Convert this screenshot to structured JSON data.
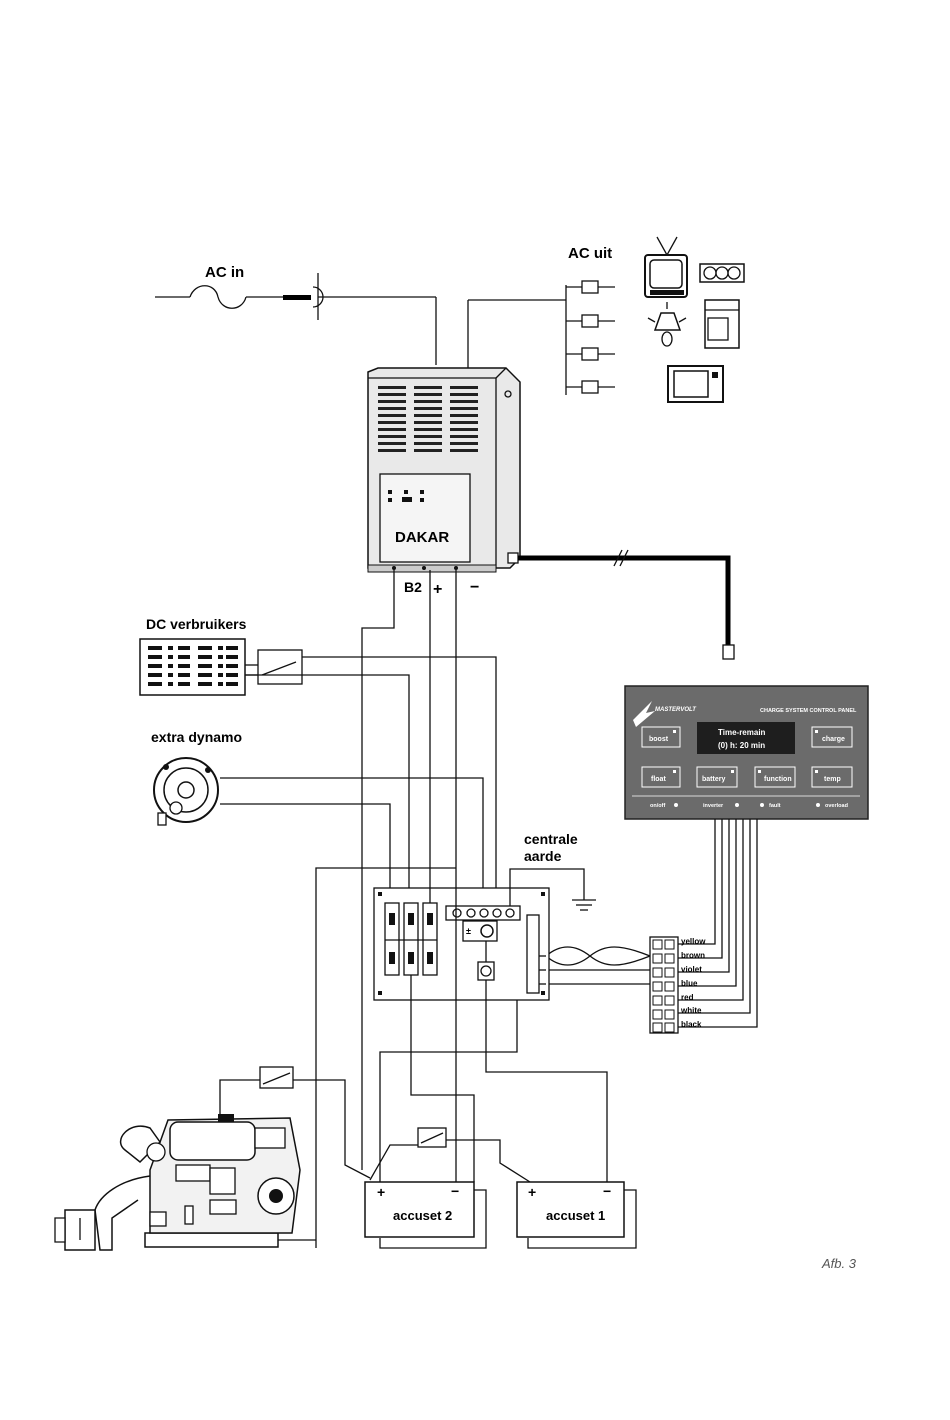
{
  "labels": {
    "ac_in": "AC in",
    "ac_uit": "AC uit",
    "dakar": "DAKAR",
    "b2": "B2",
    "plus": "+",
    "minus": "−",
    "dc_verbruikers": "DC verbruikers",
    "extra_dynamo": "extra dynamo",
    "centrale_aarde_line1": "centrale",
    "centrale_aarde_line2": "aarde",
    "accu_2": "accuset 2",
    "accu_1": "accuset 1",
    "caption": "Afb. 3"
  },
  "control_panel": {
    "brand": "MASTERVOLT",
    "title": "CHARGE SYSTEM CONTROL PANEL",
    "display_line1": "Time-remain",
    "display_line2": "(0) h: 20 min",
    "btn_boost": "boost",
    "btn_charge": "charge",
    "btn_float": "float",
    "btn_battery": "battery",
    "btn_function": "function",
    "btn_temp": "temp",
    "status_items": [
      "on/off",
      "inverter",
      "fault",
      "overload"
    ],
    "colors": {
      "panel_bg": "#6b6b6b",
      "display_bg": "#1e1e1e",
      "text": "#ffffff"
    }
  },
  "connector_wires": [
    "yellow",
    "brown",
    "violet",
    "blue",
    "red",
    "white",
    "black"
  ],
  "icons": [
    "tv-icon",
    "socket-icon",
    "lamp-icon",
    "coffee-maker-icon",
    "microwave-icon",
    "alternator-icon",
    "engine-icon",
    "ground-icon",
    "fuse-icon",
    "switch-icon"
  ]
}
